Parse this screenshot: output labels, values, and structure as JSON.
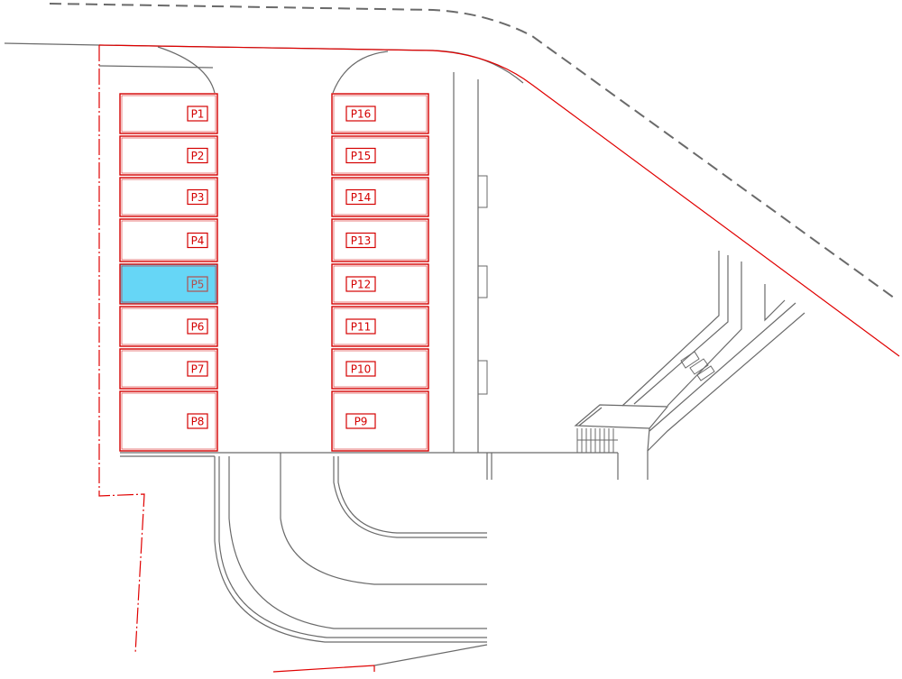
{
  "colors": {
    "boundary": "#e00000",
    "lot_outline": "#d40000",
    "selected_fill": "#66d6f6",
    "selected_text": "#b05050",
    "road": "#6a6a6a",
    "road_dashed": "#6a6a6a",
    "background": "#ffffff"
  },
  "selected_lot": "P5",
  "lots": {
    "left": [
      "P1",
      "P2",
      "P3",
      "P4",
      "P5",
      "P6",
      "P7",
      "P8"
    ],
    "right": [
      "P16",
      "P15",
      "P14",
      "P13",
      "P12",
      "P11",
      "P10",
      "P9"
    ]
  }
}
